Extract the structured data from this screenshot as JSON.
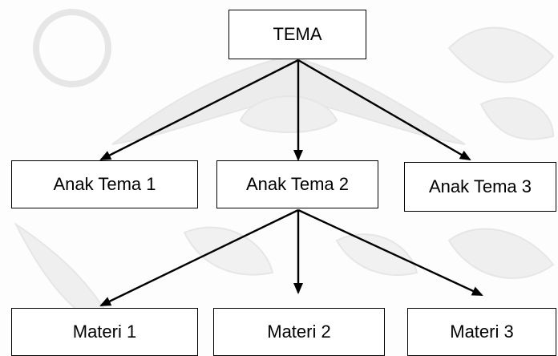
{
  "diagram": {
    "nodes": {
      "tema": "TEMA",
      "anak_tema_1": "Anak Tema 1",
      "anak_tema_2": "Anak Tema 2",
      "anak_tema_3": "Anak Tema 3",
      "materi_1": "Materi 1",
      "materi_2": "Materi 2",
      "materi_3": "Materi 3"
    },
    "edges": [
      {
        "from": "tema",
        "to": "anak_tema_1"
      },
      {
        "from": "tema",
        "to": "anak_tema_2"
      },
      {
        "from": "tema",
        "to": "anak_tema_3"
      },
      {
        "from": "anak_tema_2",
        "to": "materi_1"
      },
      {
        "from": "anak_tema_2",
        "to": "materi_2"
      },
      {
        "from": "anak_tema_2",
        "to": "materi_3"
      }
    ],
    "colors": {
      "box_border": "#000000",
      "box_fill": "#ffffff",
      "arrow": "#000000",
      "watermark": "#ececec"
    }
  }
}
